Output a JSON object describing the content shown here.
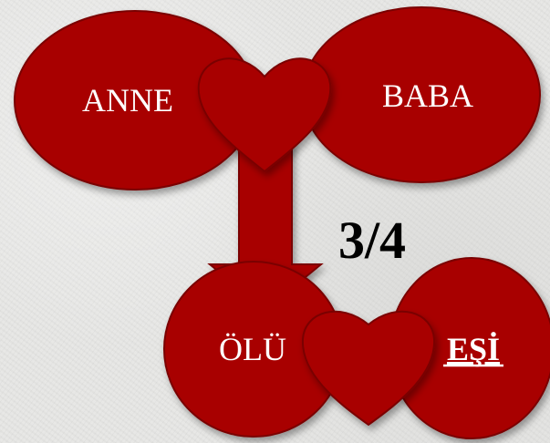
{
  "nodes": {
    "mother": "ANNE",
    "father": "BABA",
    "deceased": "ÖLÜ",
    "spouse": "EŞİ"
  },
  "share": "3/4",
  "colors": {
    "shape_fill": "#a80000",
    "shape_stroke": "#7a0000",
    "label_text": "#ffffff",
    "share_text": "#000000",
    "background": "#e6e6e4"
  },
  "icons": {
    "parents_link": "heart-icon",
    "spouse_link": "heart-icon",
    "flow": "arrow-down-icon"
  }
}
